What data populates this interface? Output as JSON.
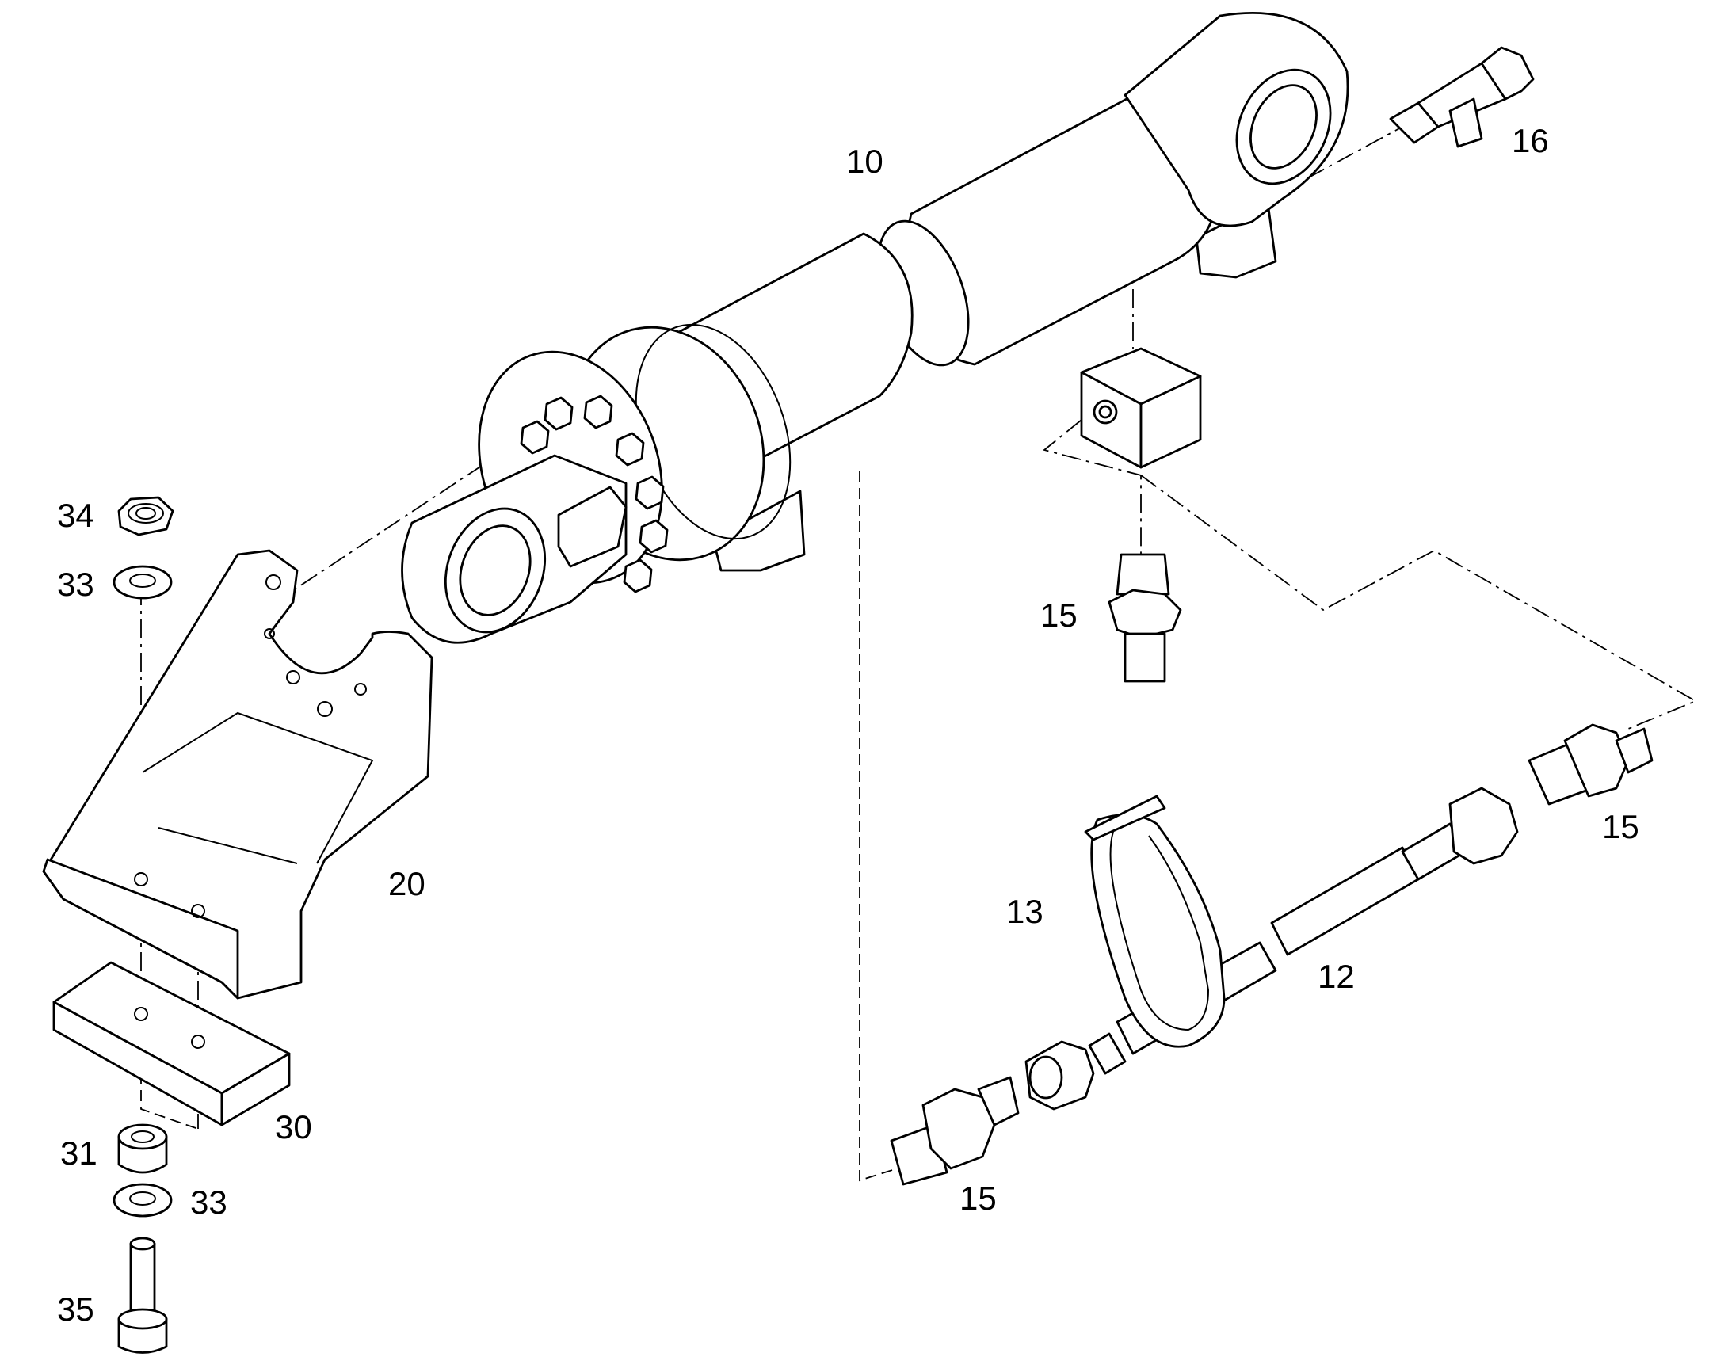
{
  "figure": "Exploded parts diagram: hydraulic cylinder with mounting bracket and hose assembly",
  "callouts": {
    "c10": "10",
    "c16": "16",
    "c15_top": "15",
    "c15_right": "15",
    "c15_bottom": "15",
    "c34": "34",
    "c33_top": "33",
    "c33_bottom": "33",
    "c20": "20",
    "c13": "13",
    "c12": "12",
    "c30": "30",
    "c31": "31",
    "c35": "35"
  }
}
